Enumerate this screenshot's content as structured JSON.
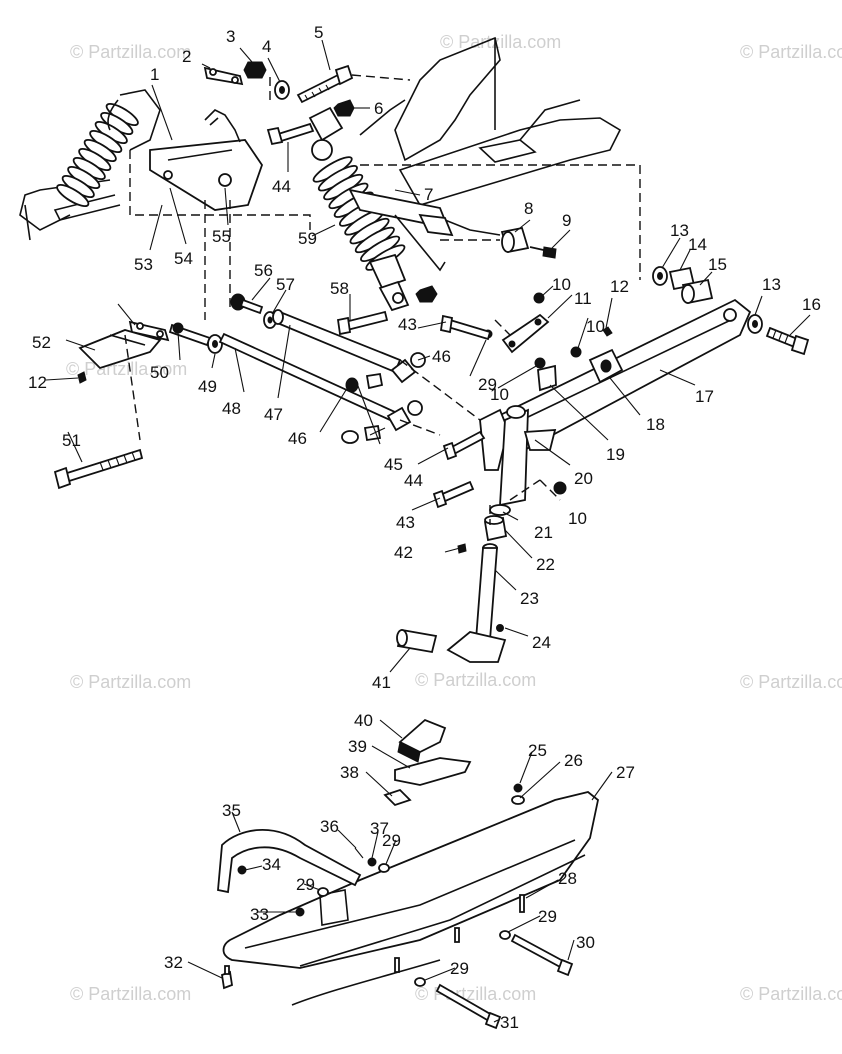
{
  "watermark": "© Partzilla.com",
  "callouts": [
    "1",
    "2",
    "3",
    "4",
    "5",
    "6",
    "7",
    "8",
    "9",
    "10",
    "11",
    "12",
    "13",
    "14",
    "15",
    "16",
    "17",
    "18",
    "19",
    "20",
    "21",
    "22",
    "23",
    "24",
    "25",
    "26",
    "27",
    "28",
    "29",
    "30",
    "31",
    "32",
    "33",
    "34",
    "35",
    "36",
    "37",
    "38",
    "39",
    "40",
    "41",
    "42",
    "43",
    "44",
    "45",
    "46",
    "47",
    "48",
    "49",
    "50",
    "51",
    "52",
    "53",
    "54",
    "55",
    "56",
    "57",
    "58",
    "59"
  ]
}
